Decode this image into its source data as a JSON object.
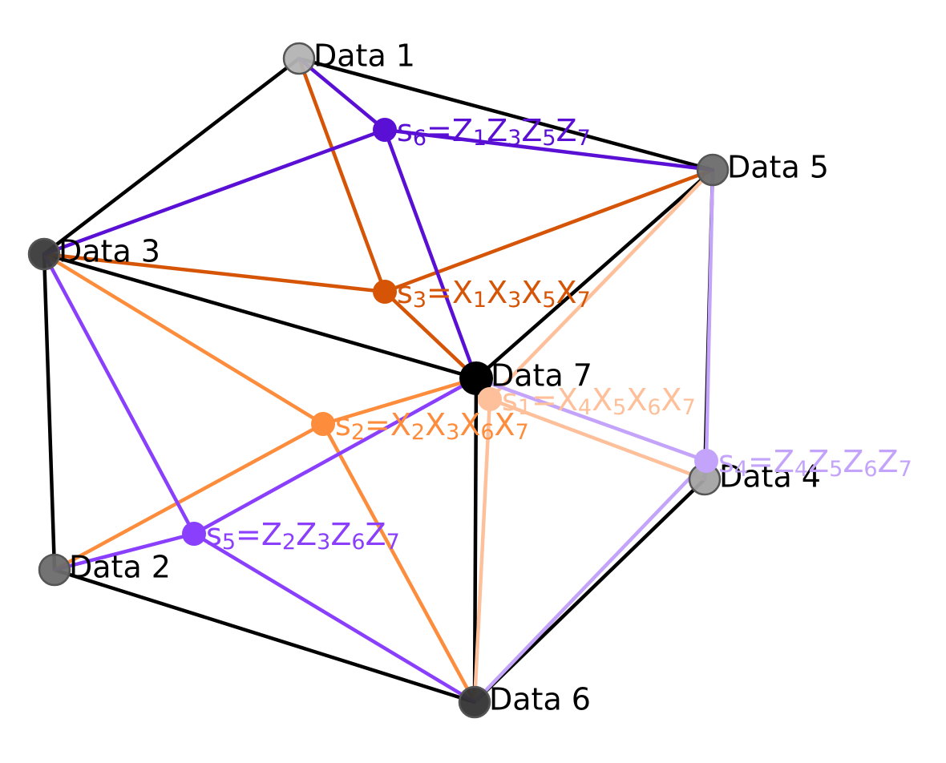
{
  "data_qubits": [
    {
      "id": "d1",
      "label": "Data 1",
      "fill": "#b3b3b3"
    },
    {
      "id": "d2",
      "label": "Data 2",
      "fill": "#6b6b6b"
    },
    {
      "id": "d3",
      "label": "Data 3",
      "fill": "#3a3a3a"
    },
    {
      "id": "d4",
      "label": "Data 4",
      "fill": "#a3a3a3"
    },
    {
      "id": "d5",
      "label": "Data 5",
      "fill": "#6b6b6b"
    },
    {
      "id": "d6",
      "label": "Data 6",
      "fill": "#333333"
    },
    {
      "id": "d7",
      "label": "Data 7",
      "fill": "#000000"
    }
  ],
  "cube_edge_color": "#000000",
  "stabilizers": [
    {
      "id": "s1",
      "name": "s",
      "index": "1",
      "ops": [
        [
          "X",
          "4"
        ],
        [
          "X",
          "5"
        ],
        [
          "X",
          "6"
        ],
        [
          "X",
          "7"
        ]
      ],
      "color": "#fdc09a",
      "connects": [
        "d4",
        "d5",
        "d6",
        "d7"
      ]
    },
    {
      "id": "s2",
      "name": "s",
      "index": "2",
      "ops": [
        [
          "X",
          "2"
        ],
        [
          "X",
          "3"
        ],
        [
          "X",
          "6"
        ],
        [
          "X",
          "7"
        ]
      ],
      "color": "#fd8d3c",
      "connects": [
        "d2",
        "d3",
        "d6",
        "d7"
      ]
    },
    {
      "id": "s3",
      "name": "s",
      "index": "3",
      "ops": [
        [
          "X",
          "1"
        ],
        [
          "X",
          "3"
        ],
        [
          "X",
          "5"
        ],
        [
          "X",
          "7"
        ]
      ],
      "color": "#d55406",
      "connects": [
        "d1",
        "d3",
        "d5",
        "d7"
      ]
    },
    {
      "id": "s4",
      "name": "s",
      "index": "4",
      "ops": [
        [
          "Z",
          "4"
        ],
        [
          "Z",
          "5"
        ],
        [
          "Z",
          "6"
        ],
        [
          "Z",
          "7"
        ]
      ],
      "color": "#c3a4fa",
      "connects": [
        "d4",
        "d5",
        "d6",
        "d7"
      ]
    },
    {
      "id": "s5",
      "name": "s",
      "index": "5",
      "ops": [
        [
          "Z",
          "2"
        ],
        [
          "Z",
          "3"
        ],
        [
          "Z",
          "6"
        ],
        [
          "Z",
          "7"
        ]
      ],
      "color": "#8a3ffc",
      "connects": [
        "d2",
        "d3",
        "d6",
        "d7"
      ]
    },
    {
      "id": "s6",
      "name": "s",
      "index": "6",
      "ops": [
        [
          "Z",
          "1"
        ],
        [
          "Z",
          "3"
        ],
        [
          "Z",
          "5"
        ],
        [
          "Z",
          "7"
        ]
      ],
      "color": "#5a10d4",
      "connects": [
        "d1",
        "d3",
        "d5",
        "d7"
      ]
    }
  ]
}
